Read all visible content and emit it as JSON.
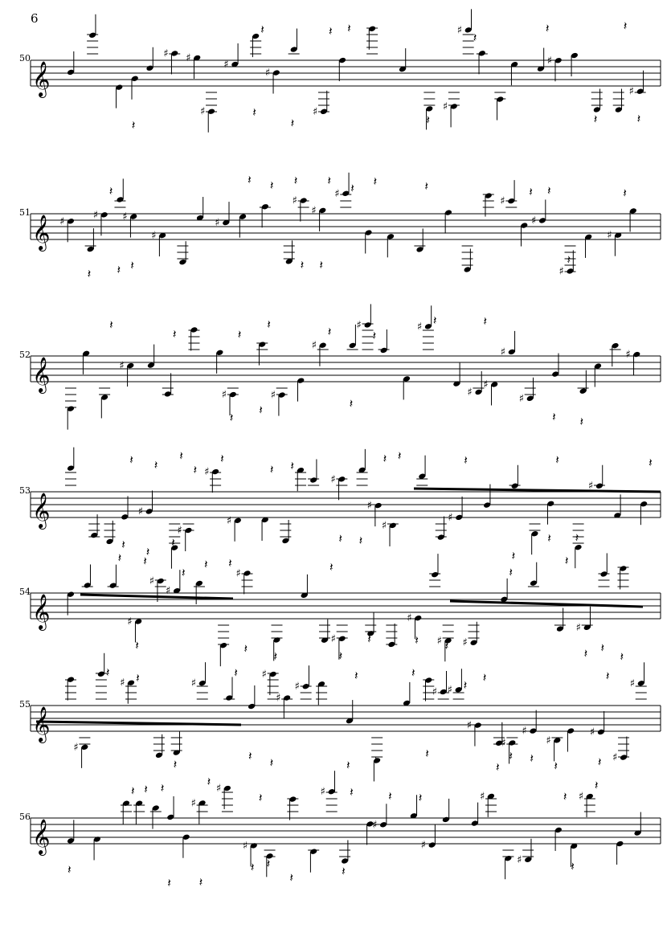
{
  "page": {
    "number": "6"
  },
  "systems": [
    {
      "measure": "50"
    },
    {
      "measure": "51"
    },
    {
      "measure": "52"
    },
    {
      "measure": "53"
    },
    {
      "measure": "54"
    },
    {
      "measure": "55"
    },
    {
      "measure": "56"
    }
  ],
  "notation": {
    "clef": "treble-clef",
    "staff_lines": 5
  }
}
